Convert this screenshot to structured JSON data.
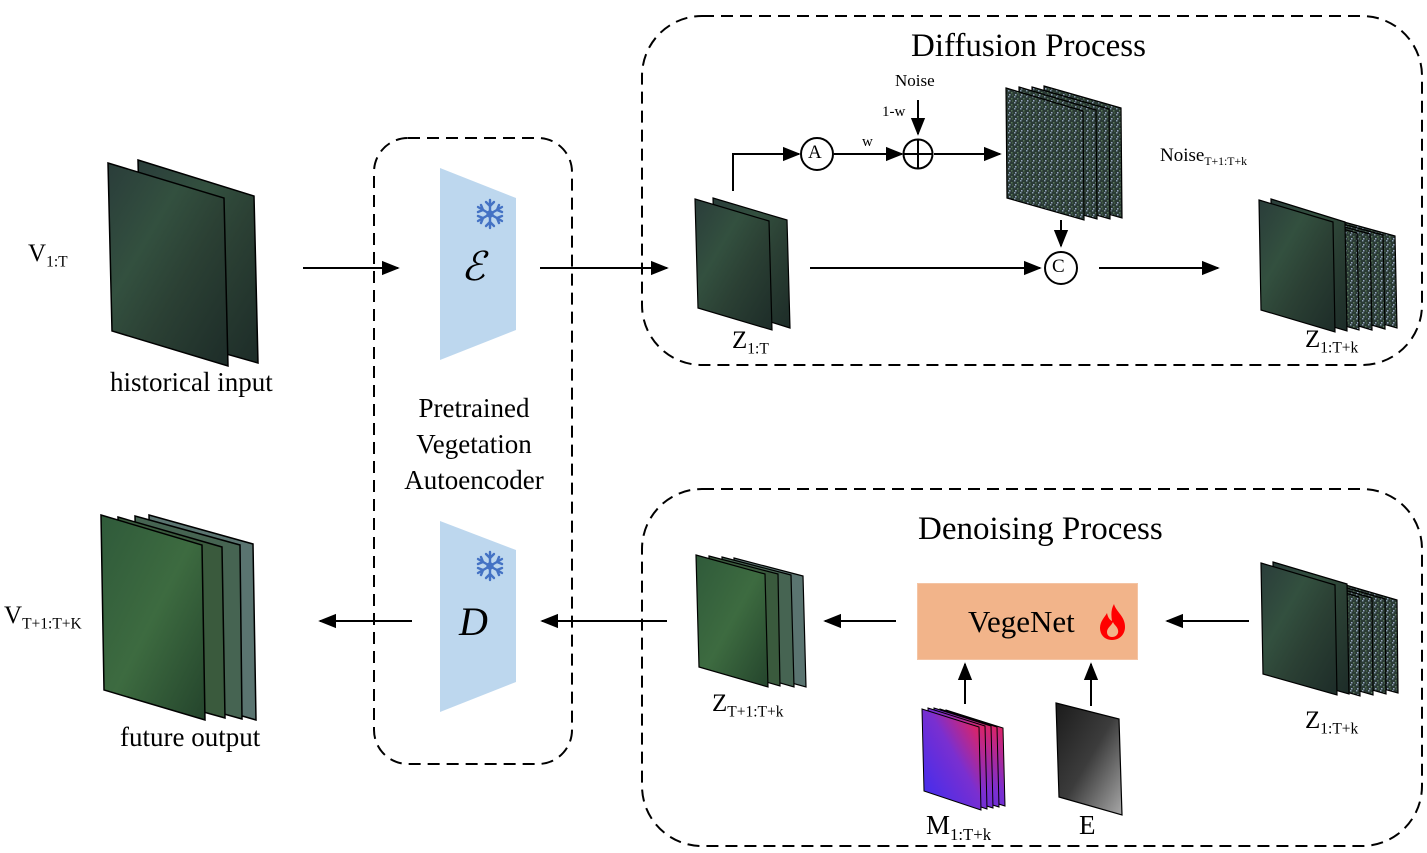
{
  "inputs": {
    "historical": {
      "symbol": "V",
      "subscript": "1:T",
      "caption": "historical input"
    },
    "future": {
      "symbol": "V",
      "subscript": "T+1:T+K",
      "caption": "future output"
    }
  },
  "autoencoder": {
    "label_lines": [
      "Pretrained",
      "Vegetation",
      "Autoencoder"
    ],
    "encoder_symbol": "ℰ",
    "decoder_symbol": "D",
    "encoder_icon": "snowflake-icon",
    "decoder_icon": "snowflake-icon",
    "color": "#bdd7ee",
    "icon_color": "#4472c4"
  },
  "diffusion": {
    "title": "Diffusion Process",
    "noise_label": "Noise",
    "one_minus_w_label": "1-w",
    "w_label": "w",
    "attention_node": "A",
    "concat_node": "C",
    "add_node": "⊕",
    "noise_stack": {
      "symbol": "Noise",
      "subscript": "T+1:T+k"
    },
    "latent_in": {
      "symbol": "Z",
      "subscript": "1:T"
    },
    "latent_out": {
      "symbol": "Z",
      "subscript": "1:T+k"
    }
  },
  "denoising": {
    "title": "Denoising Process",
    "model": {
      "label": "VegeNet",
      "icon": "fire-icon",
      "color": "#f2b48a",
      "icon_color": "#ff0000"
    },
    "latent_in": {
      "symbol": "Z",
      "subscript": "1:T+k"
    },
    "latent_out": {
      "symbol": "Z",
      "subscript": "T+1:T+k"
    },
    "meteo": {
      "symbol": "M",
      "subscript": "1:T+k"
    },
    "elevation": {
      "symbol": "E"
    }
  }
}
